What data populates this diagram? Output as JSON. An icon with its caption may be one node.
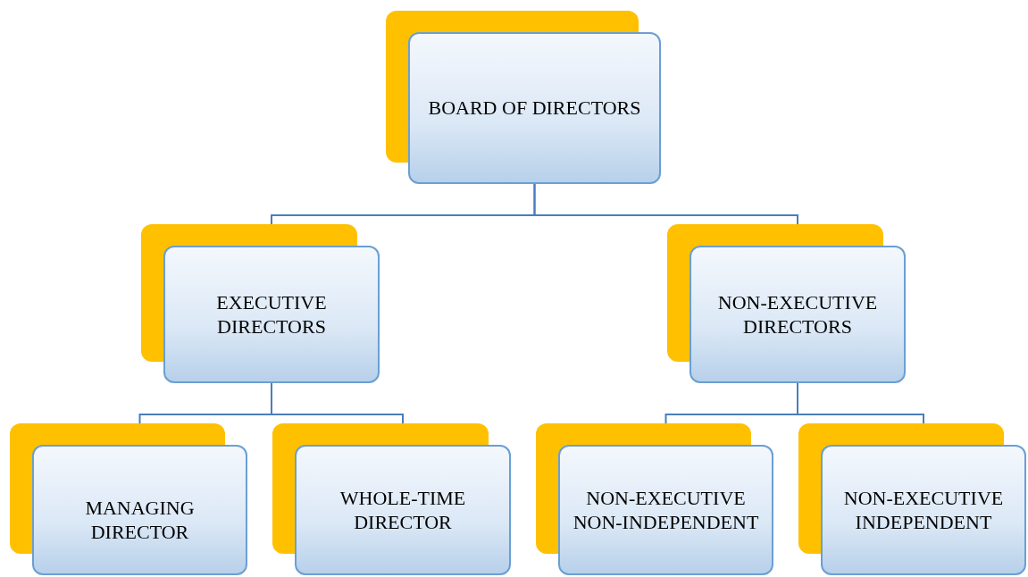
{
  "diagram": {
    "nodes": [
      {
        "text": [
          "BOARD OF DIRECTORS"
        ]
      },
      {
        "text": [
          "EXECUTIVE DIRECTORS"
        ]
      },
      {
        "text": [
          "NON-EXECUTIVE DIRECTORS"
        ]
      },
      {
        "text": [
          "MANAGING DIRECTOR"
        ]
      },
      {
        "text": [
          "WHOLE-TIME DIRECTOR"
        ]
      },
      {
        "text": [
          "NON-EXECUTIVE NON-INDEPENDENT"
        ]
      },
      {
        "text": [
          "NON-EXECUTIVE INDEPENDENT"
        ]
      }
    ],
    "edges": [
      {
        "from": 0,
        "to": 1,
        "arrow": "none"
      },
      {
        "from": 0,
        "to": 2,
        "arrow": "none"
      },
      {
        "from": 1,
        "to": 3,
        "arrow": "none"
      },
      {
        "from": 1,
        "to": 4,
        "arrow": "none"
      },
      {
        "from": 2,
        "to": 5,
        "arrow": "none"
      },
      {
        "from": 2,
        "to": 6,
        "arrow": "none"
      }
    ]
  }
}
